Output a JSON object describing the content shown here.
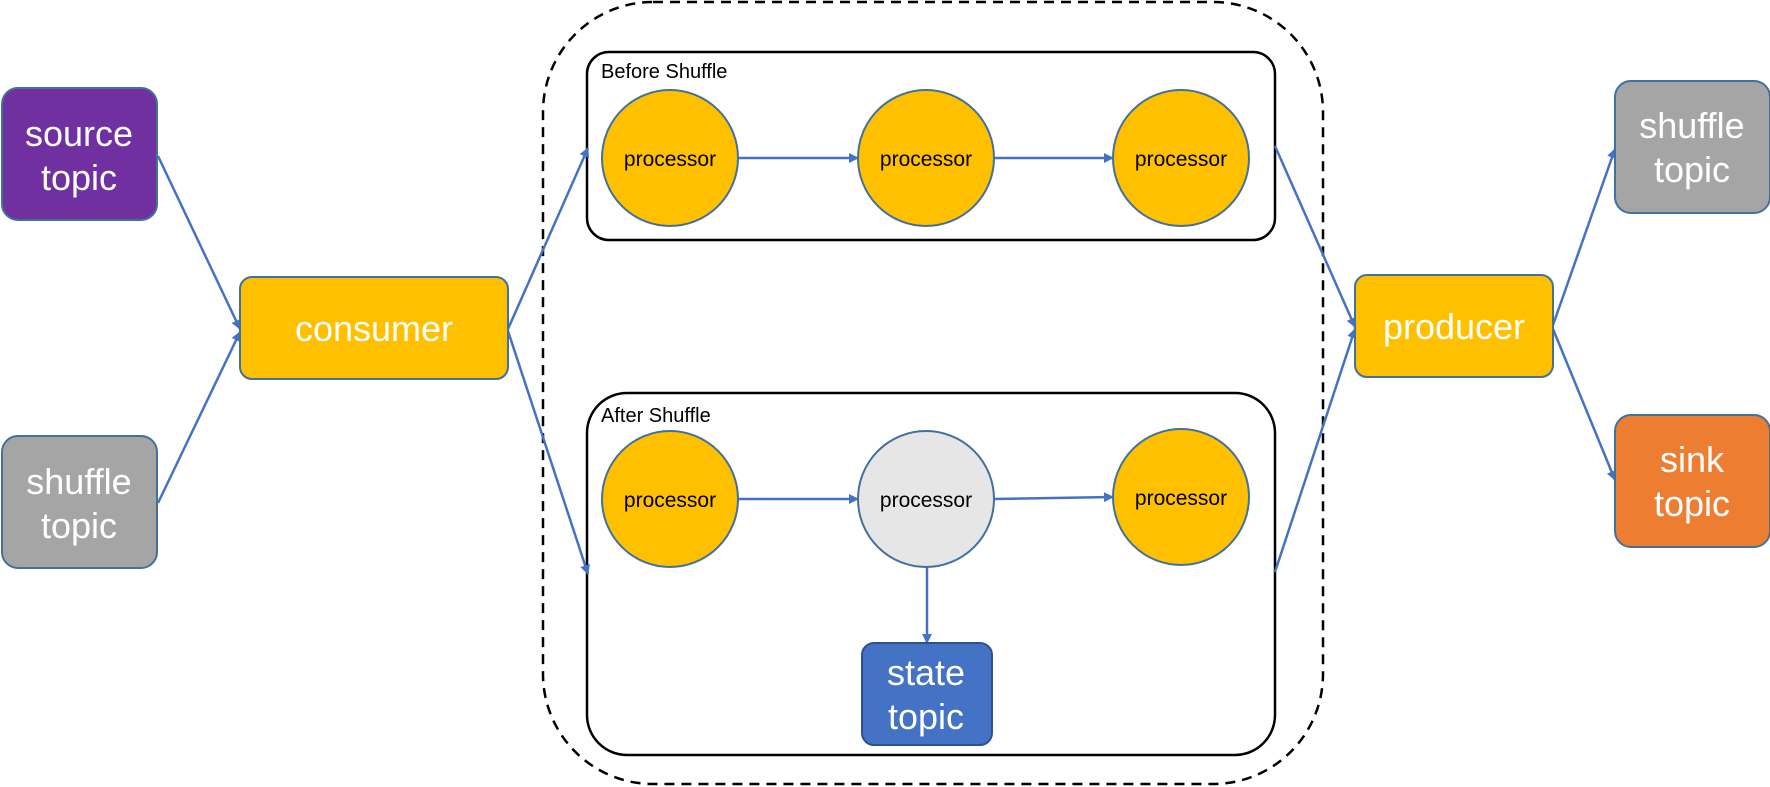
{
  "colors": {
    "source": "#7030a0",
    "shuffle": "#a5a5a5",
    "orange": "#ffc000",
    "sink": "#ed7d31",
    "state": "#4472c4",
    "stateless_proc": "#e7e6e6",
    "edge": "#4472c4",
    "node_border": "#41719c"
  },
  "nodes": {
    "source_topic": {
      "line1": "source",
      "line2": "topic"
    },
    "shuffle_topic_in": {
      "line1": "shuffle",
      "line2": "topic"
    },
    "consumer": {
      "label": "consumer"
    },
    "producer": {
      "label": "producer"
    },
    "shuffle_topic_out": {
      "line1": "shuffle",
      "line2": "topic"
    },
    "sink_topic": {
      "line1": "sink",
      "line2": "topic"
    },
    "state_topic": {
      "line1": "state",
      "line2": "topic"
    }
  },
  "groups": {
    "before": {
      "title": "Before Shuffle",
      "processors": [
        "processor",
        "processor",
        "processor"
      ]
    },
    "after": {
      "title": "After Shuffle",
      "processors": [
        "processor",
        "processor",
        "processor"
      ]
    }
  }
}
